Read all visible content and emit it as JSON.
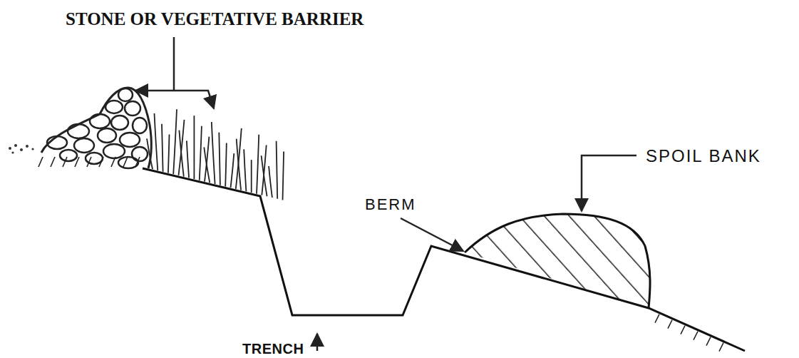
{
  "diagram": {
    "labels": [
      "STONE OR VEGETATIVE BARRIER",
      "SPOIL BANK",
      "BERM",
      "TRENCH"
    ]
  }
}
